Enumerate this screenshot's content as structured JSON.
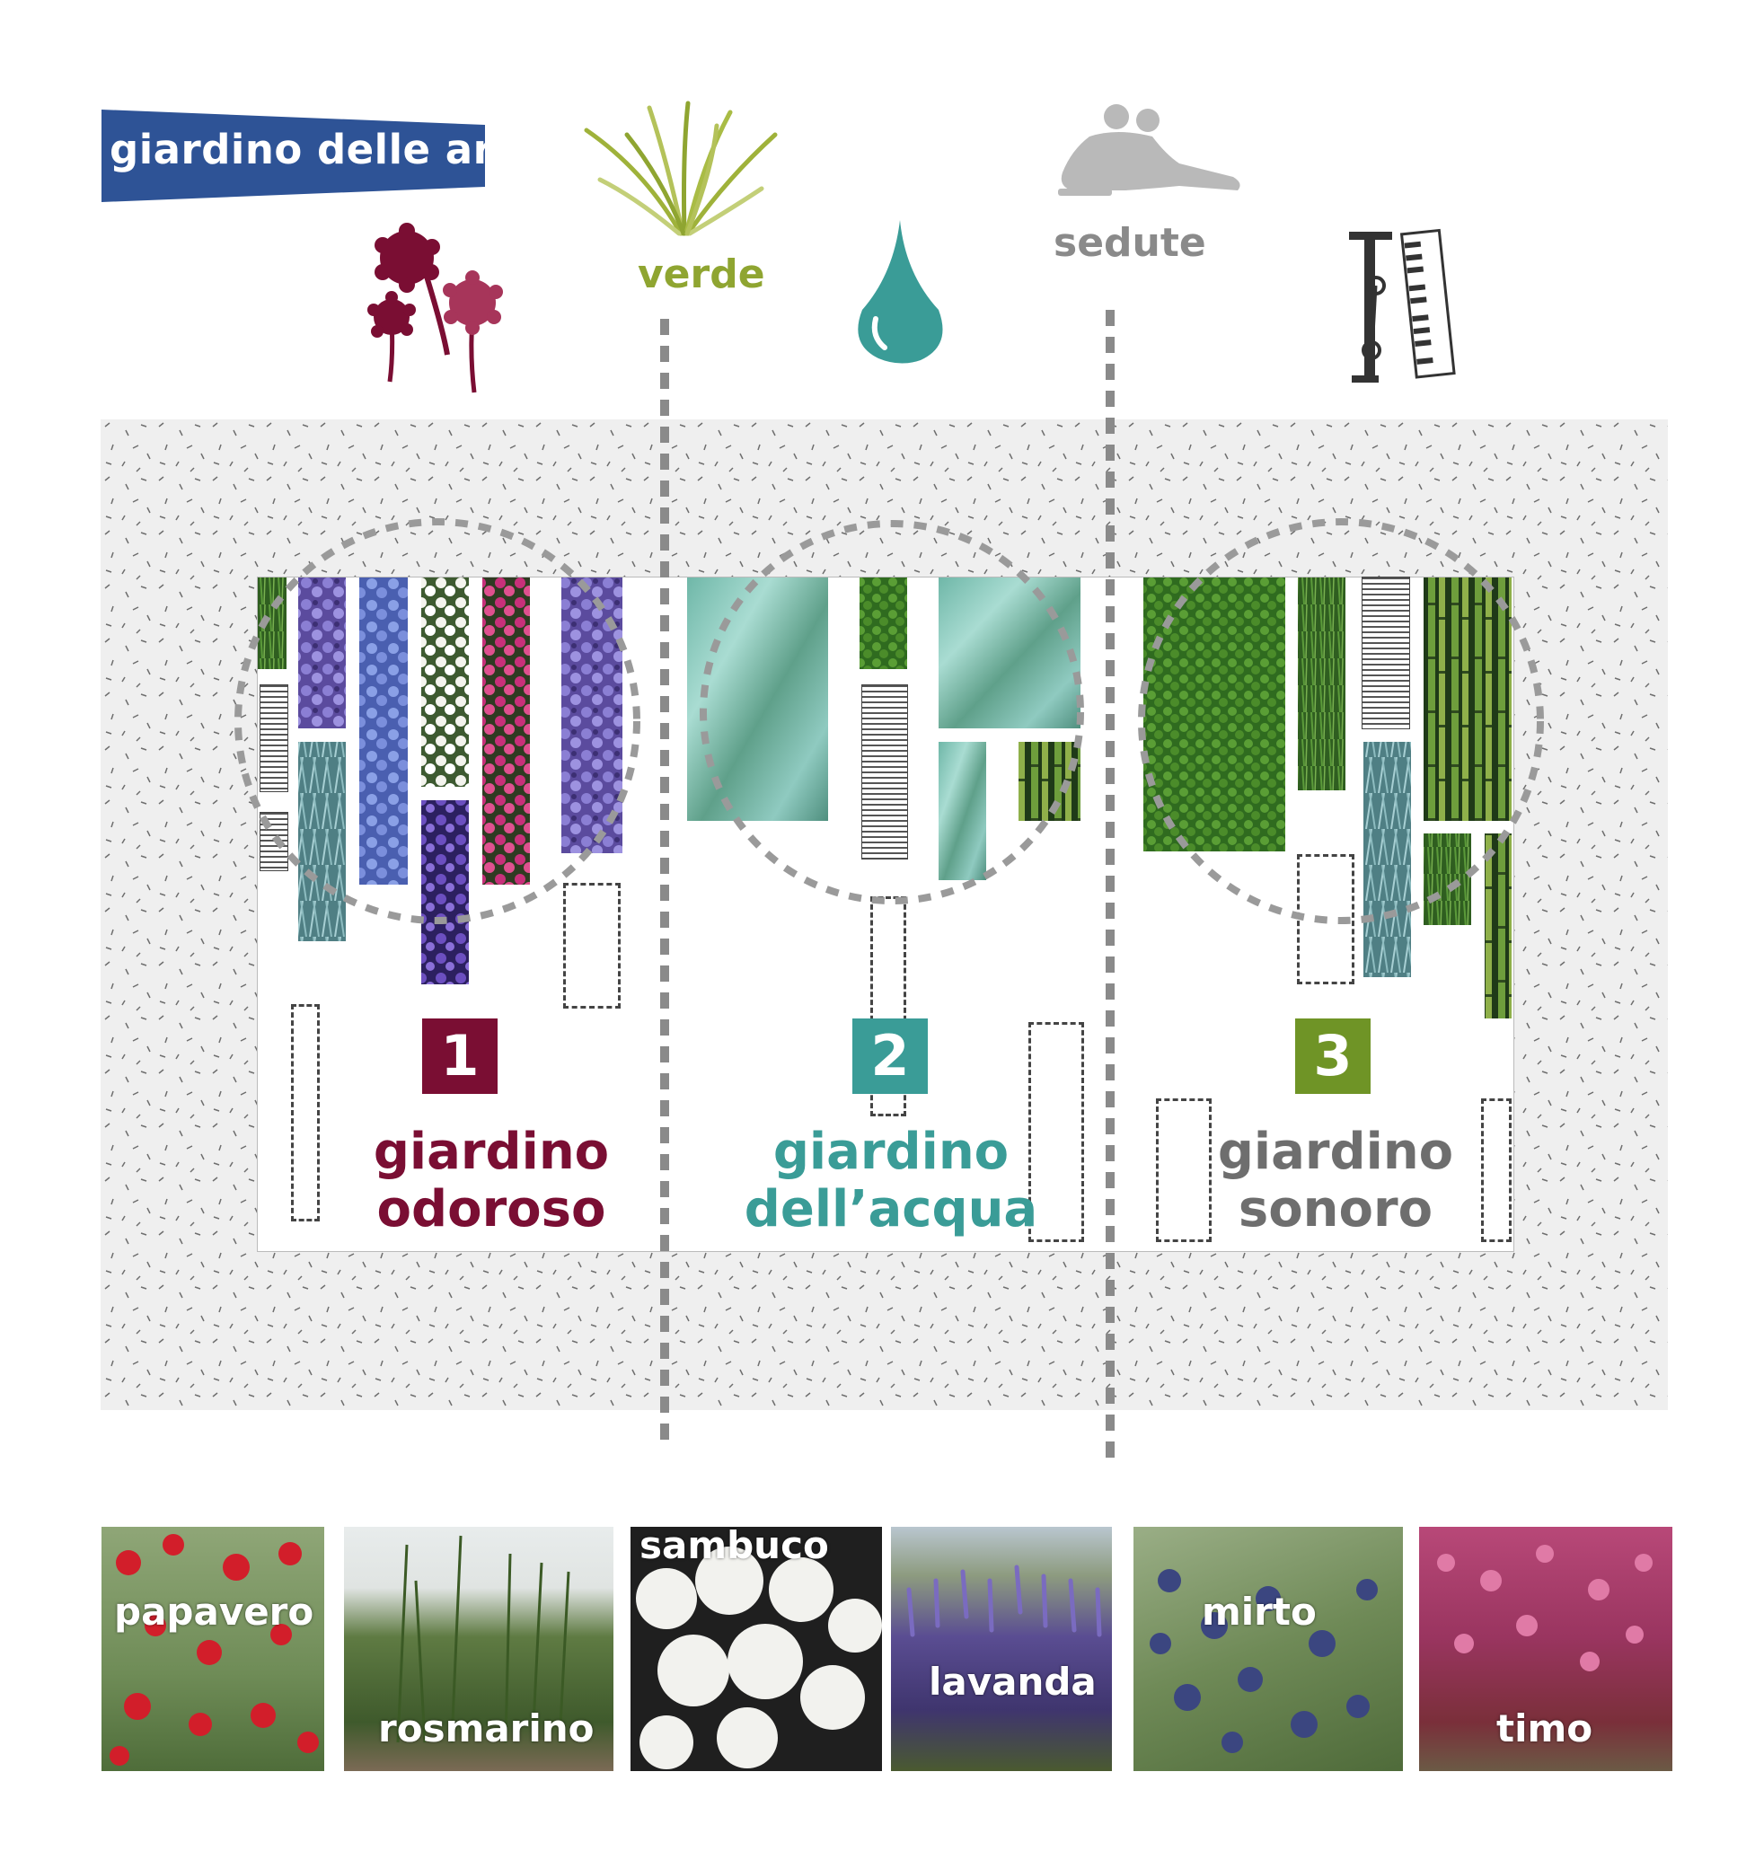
{
  "header": {
    "title": "giardino delle arti"
  },
  "legend": {
    "verde": "verde",
    "sedute": "sedute"
  },
  "gardens": [
    {
      "number": "1",
      "title": "giardino\nodoroso",
      "color": "#7a0e33"
    },
    {
      "number": "2",
      "title": "giardino\ndell’acqua",
      "color": "#3a9c97"
    },
    {
      "number": "3",
      "title": "giardino\nsonoro",
      "color": "#6e6e6e",
      "badge_color": "#6f9426"
    }
  ],
  "plants": [
    {
      "label": "papavero"
    },
    {
      "label": "rosmarino"
    },
    {
      "label": "sambuco"
    },
    {
      "label": "lavanda"
    },
    {
      "label": "mirto"
    },
    {
      "label": "timo"
    }
  ],
  "colors": {
    "banner": "#2e5396",
    "verde": "#8fa531",
    "water": "#3a9c97",
    "flower": "#7a0e33",
    "sedute": "#8a8a8a",
    "music": "#333333"
  },
  "icons": [
    "flower-icon",
    "grass-icon",
    "water-drop-icon",
    "seated-people-icon",
    "music-instruments-icon"
  ]
}
